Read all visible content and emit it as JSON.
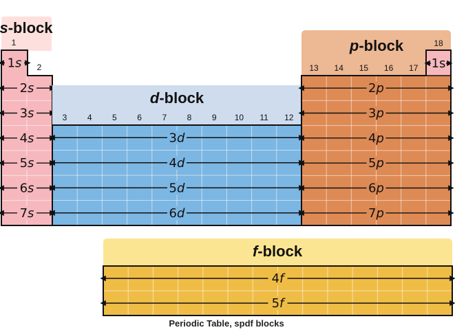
{
  "caption": "Periodic Table, spdf blocks",
  "colors": {
    "s_body": "#f6b8bd",
    "s_header": "#fde0de",
    "d_body": "#7cb6e3",
    "d_header": "#cfdcee",
    "p_body": "#de8a55",
    "p_header": "#edb894",
    "f_body": "#efbd46",
    "f_header": "#fbe592",
    "grid": "rgba(255,255,255,0.55)",
    "outline": "#111111"
  },
  "blocks": {
    "s": {
      "letter": "s",
      "suffix": "-block",
      "groups": [
        "1",
        "2"
      ],
      "orbitals": [
        "1s",
        "2s",
        "3s",
        "4s",
        "5s",
        "6s",
        "7s"
      ]
    },
    "d": {
      "letter": "d",
      "suffix": "-block",
      "groups": [
        "3",
        "4",
        "5",
        "6",
        "7",
        "8",
        "9",
        "10",
        "11",
        "12"
      ],
      "orbitals": [
        "3d",
        "4d",
        "5d",
        "6d"
      ]
    },
    "p": {
      "letter": "p",
      "suffix": "-block",
      "groups": [
        "13",
        "14",
        "15",
        "16",
        "17",
        "18"
      ],
      "helium_orbital": "1s",
      "orbitals": [
        "2p",
        "3p",
        "4p",
        "5p",
        "6p",
        "7p"
      ]
    },
    "f": {
      "letter": "f",
      "suffix": "-block",
      "orbitals": [
        "4f",
        "5f"
      ]
    }
  }
}
